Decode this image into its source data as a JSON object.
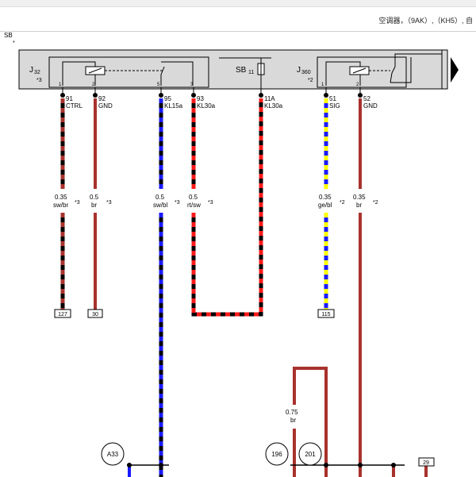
{
  "header": {
    "title": "空调器，（9AK）,（KH5）, 自"
  },
  "diagram": {
    "bus_label": "SB",
    "bus_marker": "*",
    "relay_left": {
      "name": "J",
      "sub": "32",
      "note": "*3",
      "pin_a": "1",
      "pin_b": "2",
      "pin_c": "5",
      "pin_d": "3"
    },
    "fuse": {
      "name": "SB",
      "sub": "11"
    },
    "relay_right": {
      "name": "J",
      "sub": "360",
      "note": "*2",
      "pin_a": "1",
      "pin_b": "2"
    },
    "connectors": [
      {
        "num": "91",
        "label": "CTRL"
      },
      {
        "num": "92",
        "label": "GND"
      },
      {
        "num": "95",
        "label": "KL15a"
      },
      {
        "num": "93",
        "label": "KL30a"
      },
      {
        "num": "11A",
        "label": "KL30a"
      },
      {
        "num": "51",
        "label": "SIG"
      },
      {
        "num": "52",
        "label": "GND"
      }
    ],
    "wires": [
      {
        "size": "0.35",
        "color": "sw/br",
        "note": "*3"
      },
      {
        "size": "0.5",
        "color": "br",
        "note": "*3"
      },
      {
        "size": "0.5",
        "color": "sw/bl",
        "note": "*3"
      },
      {
        "size": "0.5",
        "color": "rt/sw",
        "note": "*3"
      },
      {
        "size": "0.35",
        "color": "ge/bl",
        "note": "*2"
      },
      {
        "size": "0.35",
        "color": "br",
        "note": "*2"
      },
      {
        "size": "0.75",
        "color": "br"
      }
    ],
    "refs": [
      "127",
      "30",
      "115",
      "29"
    ],
    "circles": [
      "A33",
      "196",
      "201"
    ]
  },
  "colors": {
    "black": "#000000",
    "brown": "#a8322d",
    "blue": "#1a1aff",
    "red": "#ff1a1a",
    "yellow": "#ffff00",
    "panel": "#d9d9d9"
  }
}
